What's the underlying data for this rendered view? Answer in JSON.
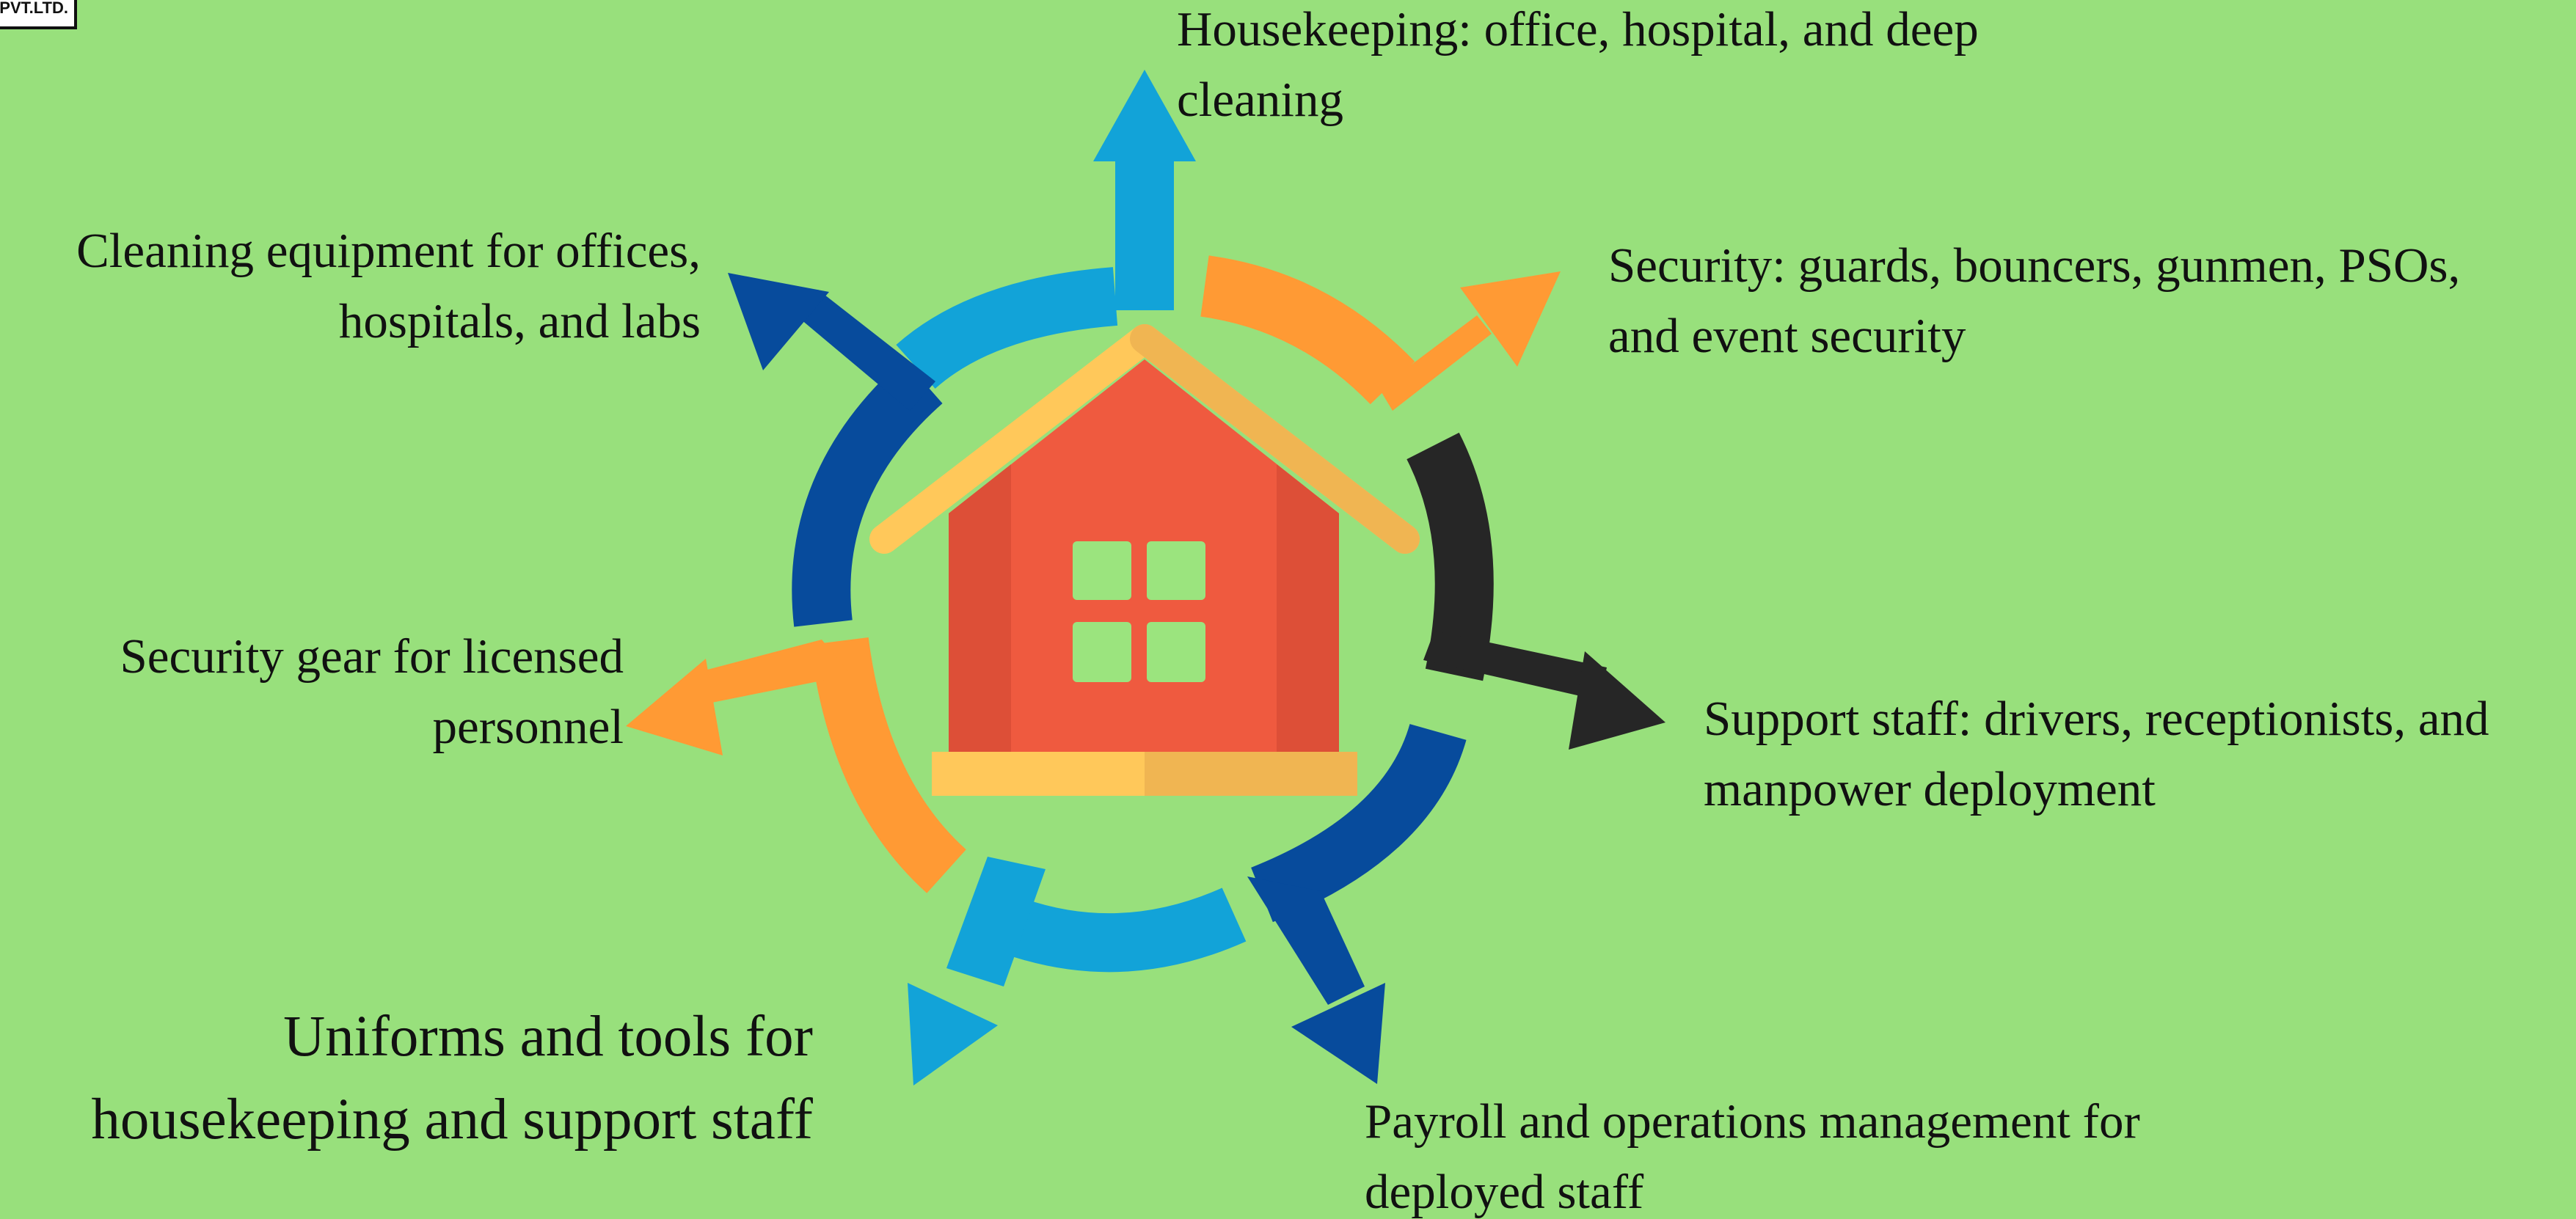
{
  "logo": {
    "text": "PVT.LTD."
  },
  "labels": {
    "top": "Housekeeping: office, hospital, and deep cleaning",
    "top_right": "Security: guards, bouncers, gunmen, PSOs, and event security",
    "right": "Support staff: drivers, receptionists, and manpower deployment",
    "bottom_right": "Payroll and operations management for deployed staff",
    "bottom_left": "Uniforms and tools for housekeeping and support staff",
    "left": "Security gear for licensed personnel",
    "top_left": "Cleaning equipment for offices, hospitals, and labs"
  },
  "colors": {
    "background": "#98e07c",
    "light_blue": "#12a3d8",
    "dark_blue": "#074b9c",
    "orange": "#ff9a34",
    "black": "#262626",
    "house_wall": "#ef5a3f",
    "house_wall_shade": "#dd4f37",
    "roof": "#ffc85a",
    "roof_shade": "#f0b552",
    "window": "#9be47e"
  },
  "icons": [
    "house-icon",
    "arrow-icon"
  ]
}
